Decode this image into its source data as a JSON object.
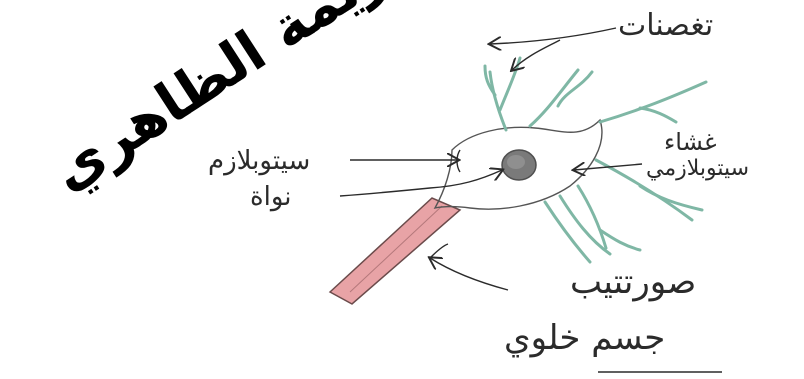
{
  "author": "كريمة الظاهري",
  "labels": {
    "dendrites": "تغصنات",
    "cytoplasm_membrane_line1": "غشاء",
    "cytoplasm_membrane_line2": "سيتوبلازمي",
    "cytoplasm": "سيتوبلازم",
    "nucleus": "نواة",
    "axon": "صورتتيب",
    "cell_body": "جسم خلوي"
  },
  "colors": {
    "dendrite_green": "#7fb7a5",
    "axon_pink": "#e8a3a6",
    "ink": "#2b2b2b"
  }
}
